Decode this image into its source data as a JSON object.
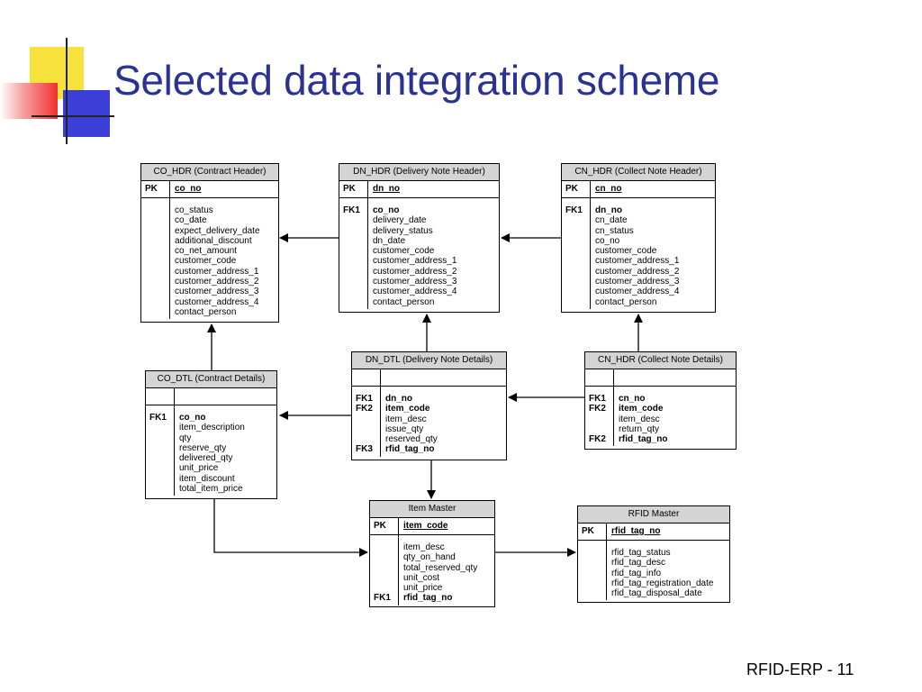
{
  "slide": {
    "title": "Selected data integration scheme",
    "footer": "RFID-ERP  - 11"
  },
  "tables": {
    "co_hdr": {
      "title": "CO_HDR (Contract Header)",
      "pk_label": "PK",
      "pk_field": "co_no",
      "rows": [
        {
          "key": "",
          "field": "co_status",
          "bold": false
        },
        {
          "key": "",
          "field": "co_date",
          "bold": false
        },
        {
          "key": "",
          "field": "expect_delivery_date",
          "bold": false
        },
        {
          "key": "",
          "field": "additional_discount",
          "bold": false
        },
        {
          "key": "",
          "field": "co_net_amount",
          "bold": false
        },
        {
          "key": "",
          "field": "customer_code",
          "bold": false
        },
        {
          "key": "",
          "field": "customer_address_1",
          "bold": false
        },
        {
          "key": "",
          "field": "customer_address_2",
          "bold": false
        },
        {
          "key": "",
          "field": "customer_address_3",
          "bold": false
        },
        {
          "key": "",
          "field": "customer_address_4",
          "bold": false
        },
        {
          "key": "",
          "field": "contact_person",
          "bold": false
        }
      ]
    },
    "dn_hdr": {
      "title": "DN_HDR (Delivery Note Header)",
      "pk_label": "PK",
      "pk_field": "dn_no",
      "rows": [
        {
          "key": "FK1",
          "field": "co_no",
          "bold": true
        },
        {
          "key": "",
          "field": "delivery_date",
          "bold": false
        },
        {
          "key": "",
          "field": "delivery_status",
          "bold": false
        },
        {
          "key": "",
          "field": "dn_date",
          "bold": false
        },
        {
          "key": "",
          "field": "customer_code",
          "bold": false
        },
        {
          "key": "",
          "field": "customer_address_1",
          "bold": false
        },
        {
          "key": "",
          "field": "customer_address_2",
          "bold": false
        },
        {
          "key": "",
          "field": "customer_address_3",
          "bold": false
        },
        {
          "key": "",
          "field": "customer_address_4",
          "bold": false
        },
        {
          "key": "",
          "field": "contact_person",
          "bold": false
        }
      ]
    },
    "cn_hdr": {
      "title": "CN_HDR (Collect Note Header)",
      "pk_label": "PK",
      "pk_field": "cn_no",
      "rows": [
        {
          "key": "FK1",
          "field": "dn_no",
          "bold": true
        },
        {
          "key": "",
          "field": "cn_date",
          "bold": false
        },
        {
          "key": "",
          "field": "cn_status",
          "bold": false
        },
        {
          "key": "",
          "field": "co_no",
          "bold": false
        },
        {
          "key": "",
          "field": "customer_code",
          "bold": false
        },
        {
          "key": "",
          "field": "customer_address_1",
          "bold": false
        },
        {
          "key": "",
          "field": "customer_address_2",
          "bold": false
        },
        {
          "key": "",
          "field": "customer_address_3",
          "bold": false
        },
        {
          "key": "",
          "field": "customer_address_4",
          "bold": false
        },
        {
          "key": "",
          "field": "contact_person",
          "bold": false
        }
      ]
    },
    "co_dtl": {
      "title": "CO_DTL (Contract Details)",
      "pk_label": "",
      "pk_field": "",
      "rows": [
        {
          "key": "FK1",
          "field": "co_no",
          "bold": true
        },
        {
          "key": "",
          "field": "item_description",
          "bold": false
        },
        {
          "key": "",
          "field": "qty",
          "bold": false
        },
        {
          "key": "",
          "field": "reserve_qty",
          "bold": false
        },
        {
          "key": "",
          "field": "delivered_qty",
          "bold": false
        },
        {
          "key": "",
          "field": "unit_price",
          "bold": false
        },
        {
          "key": "",
          "field": "item_discount",
          "bold": false
        },
        {
          "key": "",
          "field": "total_item_price",
          "bold": false
        }
      ]
    },
    "dn_dtl": {
      "title": "DN_DTL (Delivery Note Details)",
      "pk_label": "",
      "pk_field": "",
      "rows": [
        {
          "key": "FK1",
          "field": "dn_no",
          "bold": true
        },
        {
          "key": "FK2",
          "field": "item_code",
          "bold": true
        },
        {
          "key": "",
          "field": "item_desc",
          "bold": false
        },
        {
          "key": "",
          "field": "issue_qty",
          "bold": false
        },
        {
          "key": "",
          "field": "reserved_qty",
          "bold": false
        },
        {
          "key": "FK3",
          "field": "rfid_tag_no",
          "bold": true
        }
      ]
    },
    "cn_dtl": {
      "title": "CN_HDR (Collect Note Details)",
      "pk_label": "",
      "pk_field": "",
      "rows": [
        {
          "key": "FK1",
          "field": "cn_no",
          "bold": true
        },
        {
          "key": "FK2",
          "field": "item_code",
          "bold": true
        },
        {
          "key": "",
          "field": "item_desc",
          "bold": false
        },
        {
          "key": "",
          "field": "return_qty",
          "bold": false
        },
        {
          "key": "FK2",
          "field": "rfid_tag_no",
          "bold": true
        }
      ]
    },
    "item_master": {
      "title": "Item Master",
      "pk_label": "PK",
      "pk_field": "item_code",
      "rows": [
        {
          "key": "",
          "field": "item_desc",
          "bold": false
        },
        {
          "key": "",
          "field": "qty_on_hand",
          "bold": false
        },
        {
          "key": "",
          "field": "total_reserved_qty",
          "bold": false
        },
        {
          "key": "",
          "field": "unit_cost",
          "bold": false
        },
        {
          "key": "",
          "field": "unit_price",
          "bold": false
        },
        {
          "key": "FK1",
          "field": "rfid_tag_no",
          "bold": true
        }
      ]
    },
    "rfid_master": {
      "title": "RFID Master",
      "pk_label": "PK",
      "pk_field": "rfid_tag_no",
      "rows": [
        {
          "key": "",
          "field": "rfid_tag_status",
          "bold": false
        },
        {
          "key": "",
          "field": "rfid_tag_desc",
          "bold": false
        },
        {
          "key": "",
          "field": "rfid_tag_info",
          "bold": false
        },
        {
          "key": "",
          "field": "rfid_tag_registration_date",
          "bold": false
        },
        {
          "key": "",
          "field": "rfid_tag_disposal_date",
          "bold": false
        }
      ]
    }
  }
}
